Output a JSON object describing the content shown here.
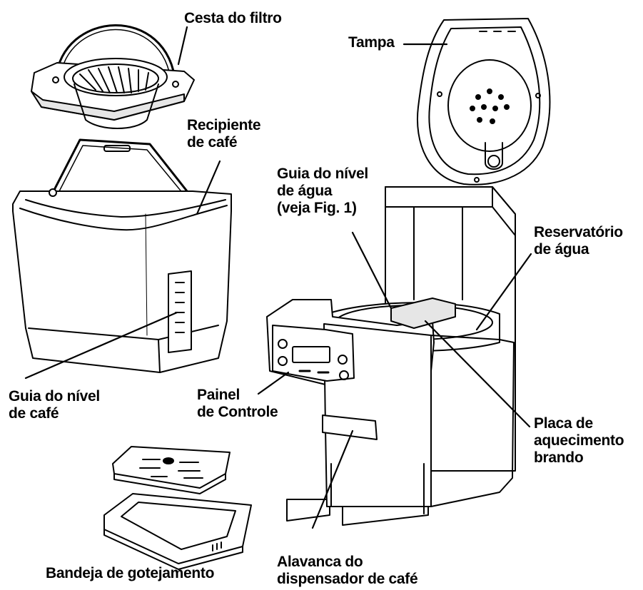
{
  "labels": {
    "filter_basket": [
      "Cesta do filtro"
    ],
    "lid": [
      "Tampa"
    ],
    "coffee_container": [
      "Recipiente",
      "de café"
    ],
    "water_level_guide": [
      "Guia do nível",
      "de água",
      "(veja Fig. 1)"
    ],
    "water_reservoir": [
      "Reservatório",
      "de água"
    ],
    "coffee_level_guide": [
      "Guia do nível",
      "de café"
    ],
    "control_panel": [
      "Painel",
      "de Controle"
    ],
    "warming_plate": [
      "Placa de",
      "aquecimento",
      "brando"
    ],
    "drip_tray": [
      "Bandeja de gotejamento"
    ],
    "dispenser_lever": [
      "Alavanca do",
      "dispensador de café"
    ]
  },
  "colors": {
    "line": "#000000",
    "fill": "#ffffff",
    "shade": "#e6e6e6"
  }
}
